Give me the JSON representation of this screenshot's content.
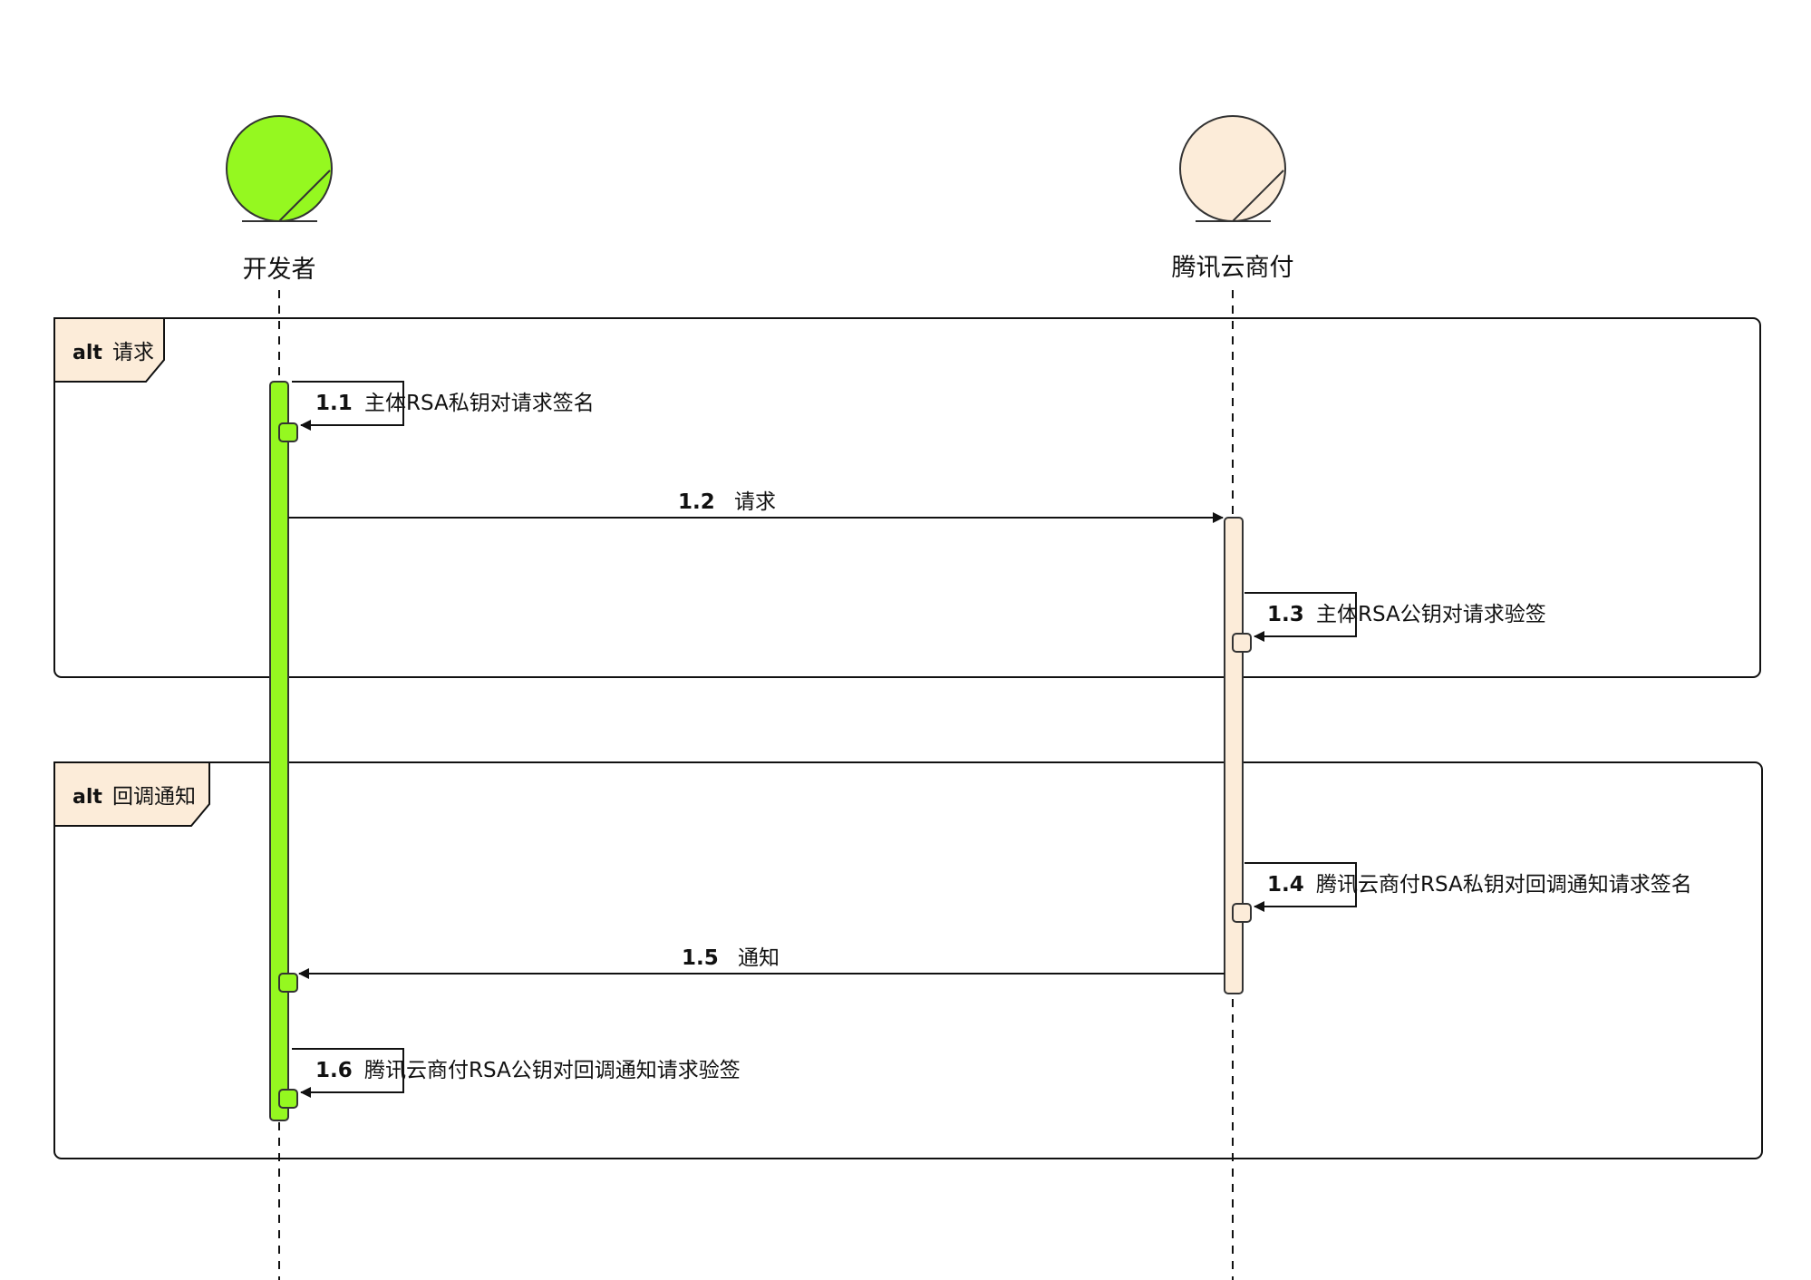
{
  "colors": {
    "developer": "#95f820",
    "tencent": "#fcecd9",
    "frame_tab": "#fcecd9",
    "line": "#111111"
  },
  "actors": [
    {
      "id": "developer",
      "label": "开发者",
      "icon": "entity-icon"
    },
    {
      "id": "tencent",
      "label": "腾讯云商付",
      "icon": "entity-icon"
    }
  ],
  "frames": [
    {
      "keyword": "alt",
      "label": "请求"
    },
    {
      "keyword": "alt",
      "label": "回调通知"
    }
  ],
  "messages": [
    {
      "num": "1.1",
      "text": "主体RSA私钥对请求签名",
      "from": "developer",
      "to": "developer"
    },
    {
      "num": "1.2",
      "text": "请求",
      "from": "developer",
      "to": "tencent"
    },
    {
      "num": "1.3",
      "text": "主体RSA公钥对请求验签",
      "from": "tencent",
      "to": "tencent"
    },
    {
      "num": "1.4",
      "text": "腾讯云商付RSA私钥对回调通知请求签名",
      "from": "tencent",
      "to": "tencent"
    },
    {
      "num": "1.5",
      "text": "通知",
      "from": "tencent",
      "to": "developer"
    },
    {
      "num": "1.6",
      "text": "腾讯云商付RSA公钥对回调通知请求验签",
      "from": "developer",
      "to": "developer"
    }
  ]
}
